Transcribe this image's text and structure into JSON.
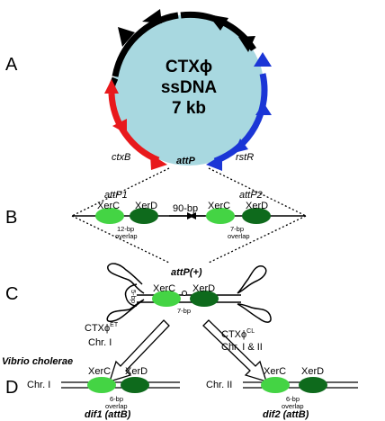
{
  "panels": {
    "a": "A",
    "b": "B",
    "c": "C",
    "d": "D"
  },
  "genome": {
    "name": "CTXϕ",
    "type": "ssDNA",
    "size": "7 kb",
    "gene_left": "ctxB",
    "gene_right": "rstR",
    "att_site": "attP",
    "fill_color": "#a8d8e0",
    "core_color": "#000000",
    "ctx_color": "#e8191c",
    "rst_color": "#1b36d6"
  },
  "panel_b": {
    "left_site": "attP1",
    "right_site": "attP2",
    "xerc": "XerC",
    "xerd": "XerD",
    "spacer": "90-bp",
    "left_overlap_1": "12-bp",
    "left_overlap_2": "overlap",
    "right_overlap_1": "7-bp",
    "right_overlap_2": "overlap"
  },
  "panel_c": {
    "title": "attP(+)",
    "xerc": "XerC",
    "xerd": "XerD",
    "overlap": "7-bp",
    "loop_label": "5-bp"
  },
  "paths": {
    "left_phage": "CTXϕ",
    "left_phage_sup": "ET",
    "left_chr": "Chr. I",
    "right_phage": "CTXϕ",
    "right_phage_sup": "CL",
    "right_chr": "Chr. I & II"
  },
  "organism": "Vibrio cholerae",
  "panel_d": {
    "chr1": "Chr. I",
    "chr2": "Chr. II",
    "xerc": "XerC",
    "xerd": "XerD",
    "overlap_1": "6-bp",
    "overlap_2": "overlap",
    "dif1": "dif1 (attB)",
    "dif2": "dif2 (attB)"
  },
  "colors": {
    "xerc": "#44d444",
    "xerd": "#0e6a1c"
  }
}
